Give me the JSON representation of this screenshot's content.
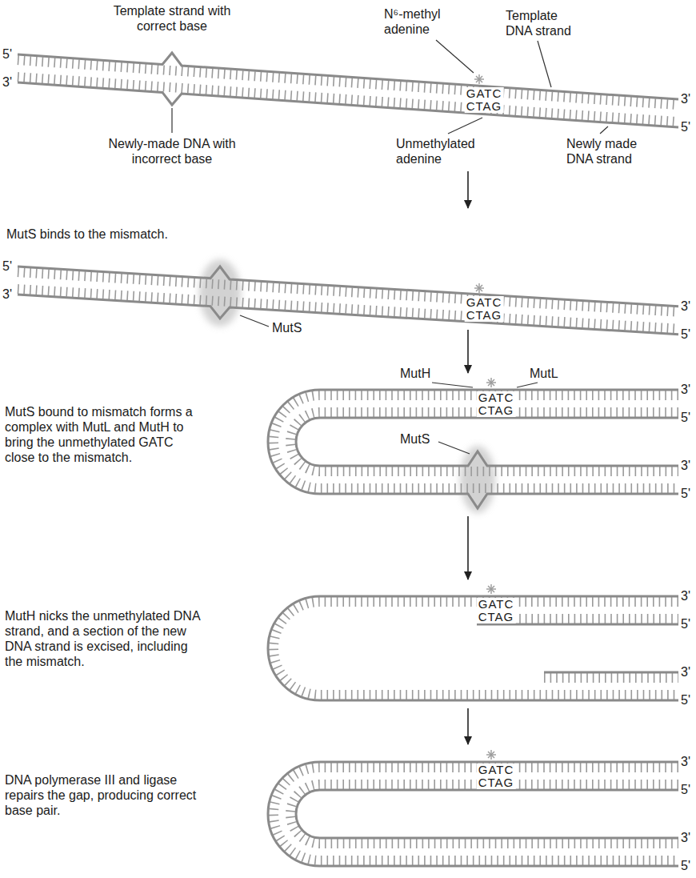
{
  "diagram": {
    "labels": [
      "Template strand with correct base",
      "N⁶-methyl adenine",
      "Template DNA strand",
      "5'",
      "3'",
      "GATC",
      "CTAG",
      "3'",
      "5'",
      "Newly-made DNA with incorrect base",
      "Unmethylated adenine",
      "Newly made DNA strand",
      "MutS binds to the mismatch.",
      "5'",
      "3'",
      "GATC",
      "CTAG",
      "3'",
      "5'",
      "MutS",
      "MutH",
      "MutL",
      "MutS bound to mismatch forms a complex with MutL and MutH to bring the unmethylated GATC close to the mismatch.",
      "GATC",
      "3'",
      "CTAG",
      "5'",
      "MutS",
      "3'",
      "5'",
      "MutH nicks the unmethylated DNA strand, and a section of the new DNA strand is excised, including the mismatch.",
      "GATC",
      "3'",
      "CTAG",
      "5'",
      "3'",
      "5'",
      "DNA polymerase III and ligase repairs the gap, producing correct base pair.",
      "GATC",
      "3'",
      "CTAG",
      "5'",
      "3'",
      "5'"
    ]
  }
}
